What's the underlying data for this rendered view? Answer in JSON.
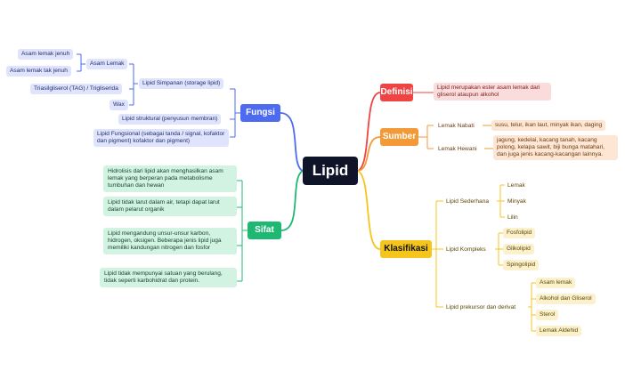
{
  "center": "Lipid",
  "colors": {
    "fungsi": "#4c6bf0",
    "definisi": "#ee4444",
    "sumber": "#f39a38",
    "sifat": "#1fb873",
    "klasifikasi": "#f5c51c"
  },
  "fungsi": {
    "label": "Fungsi",
    "simpanan": {
      "label": "Lipid Simpanan (storage lipid)",
      "asam_lemak": {
        "label": "Asam Lemak",
        "items": [
          "Asam lemak jenuh",
          "Asam lemak tak jenuh"
        ]
      },
      "tag": "Triasilgliserol (TAG) / Trigliserida",
      "wax": "Wax"
    },
    "struktural": "Lipid struktural (penyusun membran)",
    "fungsional": "Lipid Fungsional (sebagai tanda / signal, kofaktor dan pigment) kofaktor dan pigment)"
  },
  "definisi": {
    "label": "Definisi",
    "text": "Lipid merupakan ester asam lemak dari gliserol ataupun alkohol"
  },
  "sumber": {
    "label": "Sumber",
    "nabati": {
      "label": "Lemak Nabati",
      "text": "susu, telur, ikan laut, minyak ikan, daging"
    },
    "hewani": {
      "label": "Lemak Hewani",
      "text": "jagung, kedelai, kacang tanah, kacang polong, kelapa sawit, biji bunga matahari, dan juga jenis kacang-kacangan lainnya."
    }
  },
  "sifat": {
    "label": "Sifat",
    "items": [
      "Hidrolisis dari lipid akan menghasilkan asam lemak yang berperan pada metabolisme tumbuhan dan hewan",
      "Lipid tidak larut dalam air, tetapi dapat larut dalam pelarut organik",
      "Lipid mengandung unsur-unsur karbon, hidrogen, oksigen. Beberapa jenis lipid juga memiliki kandungan nitrogen dan fosfor",
      "Lipid tidak mempunyai satuan yang berulang, tidak seperti karbohidrat dan protein."
    ]
  },
  "klasifikasi": {
    "label": "Klasifikasi",
    "sederhana": {
      "label": "Lipid Sederhana",
      "items": [
        "Lemak",
        "Minyak",
        "Lilin"
      ]
    },
    "kompleks": {
      "label": "Lipid Kompleks",
      "items": [
        "Fosfolipid",
        "Glikolipid",
        "Spingolipid"
      ]
    },
    "prekursor": {
      "label": "Lipid prekursor dan derivat",
      "items": [
        "Asam lemak",
        "Alkohol dan Gliserol",
        "Sterol",
        "Lemak Aldehid"
      ]
    }
  }
}
